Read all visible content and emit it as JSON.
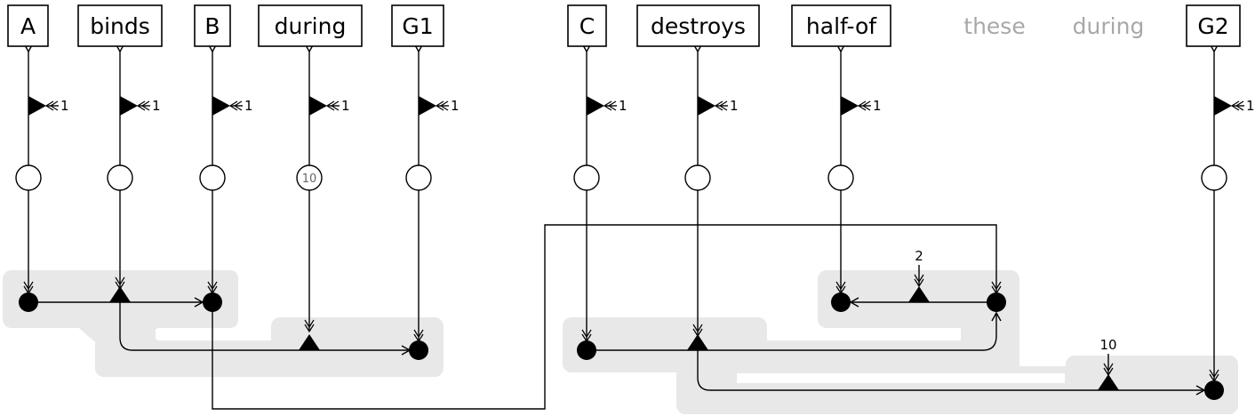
{
  "words": [
    {
      "id": "w-a",
      "label": "A",
      "faded": false
    },
    {
      "id": "w-binds",
      "label": "binds",
      "faded": false
    },
    {
      "id": "w-b",
      "label": "B",
      "faded": false
    },
    {
      "id": "w-during1",
      "label": "during",
      "faded": false
    },
    {
      "id": "w-g1",
      "label": "G1",
      "faded": false
    },
    {
      "id": "w-c",
      "label": "C",
      "faded": false
    },
    {
      "id": "w-destroys",
      "label": "destroys",
      "faded": false
    },
    {
      "id": "w-halfof",
      "label": "half-of",
      "faded": false
    },
    {
      "id": "w-these",
      "label": "these",
      "faded": true
    },
    {
      "id": "w-during2",
      "label": "during",
      "faded": true
    },
    {
      "id": "w-g2",
      "label": "G2",
      "faded": false
    }
  ],
  "flag_label": "1",
  "node_labels": {
    "during_count": "10"
  },
  "edge_labels": {
    "half_of_weight": "2",
    "g2_weight": "10"
  },
  "colors": {
    "line": "#000000",
    "shade": "#e8e8e8",
    "faded_text": "#a8a8a8"
  }
}
